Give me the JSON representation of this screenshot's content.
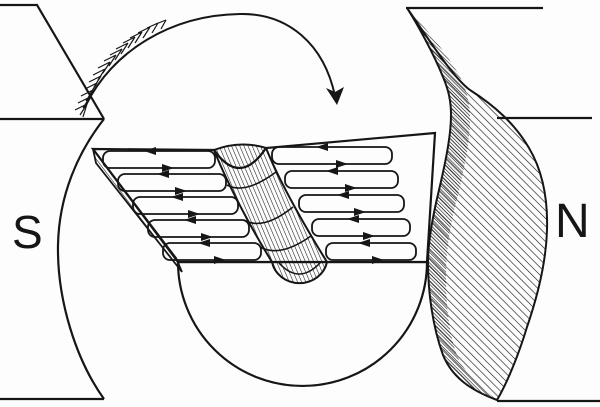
{
  "figure": {
    "background_color": "#fdfdfd",
    "ink_color": "#161616",
    "pole_labels": {
      "south": "S",
      "north": "N"
    },
    "rotation_indicator": {
      "icon": "feathered-arc-arrow-icon",
      "direction": "clockwise"
    },
    "armature": {
      "lower_half": "semicircle",
      "slab_eddy_loops": {
        "left_group_count": 5,
        "right_group_count": 5
      },
      "loop_current_arrows": {
        "top_edge": "leftward",
        "bottom_edge": "rightward"
      },
      "shaft": "half-cylinder"
    }
  }
}
